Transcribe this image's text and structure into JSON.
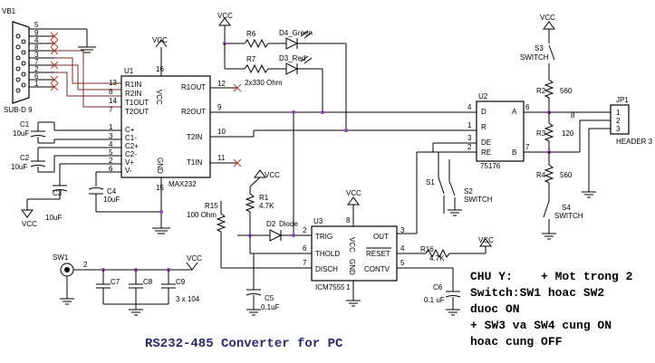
{
  "title": "RS232-485 Converter for PC",
  "note": {
    "line1": "CHU Y:    + Mot trong 2",
    "line2": "Switch:SW1 hoac SW2",
    "line3": "duoc ON",
    "line4": "+ SW3 va SW4 cung ON",
    "line5": "hoac cung OFF"
  },
  "labels": {
    "vcc": "VCC",
    "vb1": "VB1",
    "sub_d9": "SUB-D 9",
    "u1": "U1",
    "max232": "MAX232",
    "r1in": "R1IN",
    "r2in": "R2IN",
    "t1out": "T1OUT",
    "t2out": "T2OUT",
    "cp": "C+",
    "cm": "C1-",
    "c2p": "C2+",
    "c2m": "C2-",
    "vp": "V+",
    "vm": "V-",
    "vcc_pin": "VCC",
    "gnd_pin": "GND",
    "r1out": "R1OUT",
    "r2out": "R2OUT",
    "t2in": "T2IN",
    "t1in": "T1IN",
    "c1": "C1",
    "c1v": "10uF",
    "c2": "C2",
    "c2v": "10uF",
    "c3": "C3",
    "c3v": "10uF",
    "c4": "C4",
    "c4v": "10uF",
    "r6": "R6",
    "r7": "R7",
    "r67v": "2x330 Ohm",
    "d4": "D4_Green",
    "d3": "D3_Red",
    "u2": "U2",
    "u2part": "75176",
    "pin_d": "D",
    "pin_r": "R",
    "pin_de": "DE",
    "pin_re": "RE",
    "pin_a": "A",
    "pin_b": "B",
    "s3": "S3",
    "switch": "SWITCH",
    "r2": "R2",
    "r2v": "560",
    "r3": "R3",
    "r3v": "120",
    "r4": "R4",
    "r4v": "560",
    "s4": "S4",
    "jp1": "JP1",
    "header3": "HEADER 3",
    "s1": "S1",
    "s2": "S2",
    "r1": "R1",
    "r1v": "4.7K",
    "d2": "D2",
    "diode": "Diode",
    "r15": "R15",
    "r15v": "100 Ohm",
    "u3": "U3",
    "icm": "ICM7555",
    "trig": "TRIG",
    "thold": "THOLD",
    "disch": "DISCH",
    "out": "OUT",
    "reset": "RESET",
    "contv": "CONTV",
    "r16": "R16",
    "r16v": "4.7K",
    "c5": "C5",
    "c5v": "0.1uF",
    "c6": "C6",
    "c6v": "0.1 uF",
    "sw1": "SW1",
    "c7": "C7",
    "c8": "C8",
    "c9": "C9",
    "c789v": "3 x 104"
  }
}
